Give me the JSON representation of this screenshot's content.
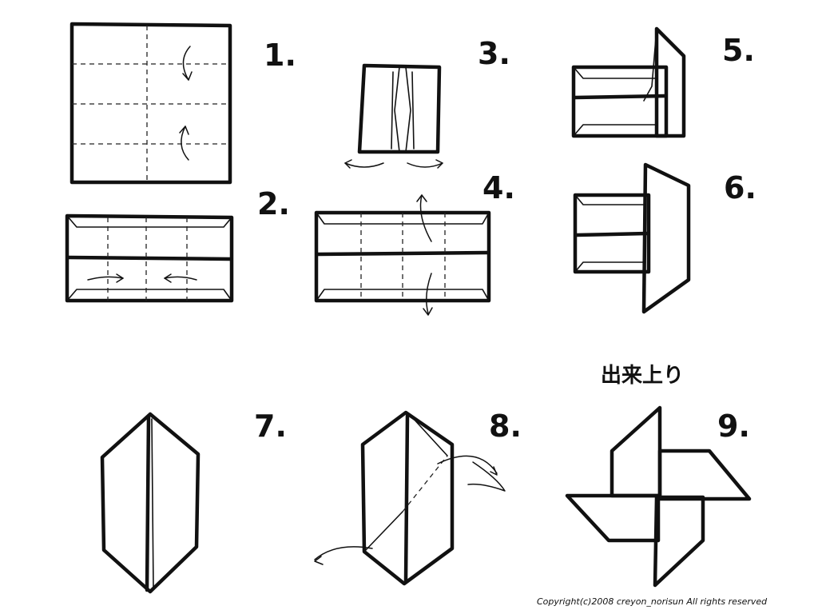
{
  "steps": [
    {
      "label": "1."
    },
    {
      "label": "2."
    },
    {
      "label": "3."
    },
    {
      "label": "4."
    },
    {
      "label": "5."
    },
    {
      "label": "6."
    },
    {
      "label": "7."
    },
    {
      "label": "8."
    },
    {
      "label": "9."
    }
  ],
  "finished_label": "出来上り",
  "copyright": "Copyright(c)2008 creyon_norisun All rights reserved",
  "colors": {
    "ink": "#111111",
    "background": "#ffffff"
  }
}
